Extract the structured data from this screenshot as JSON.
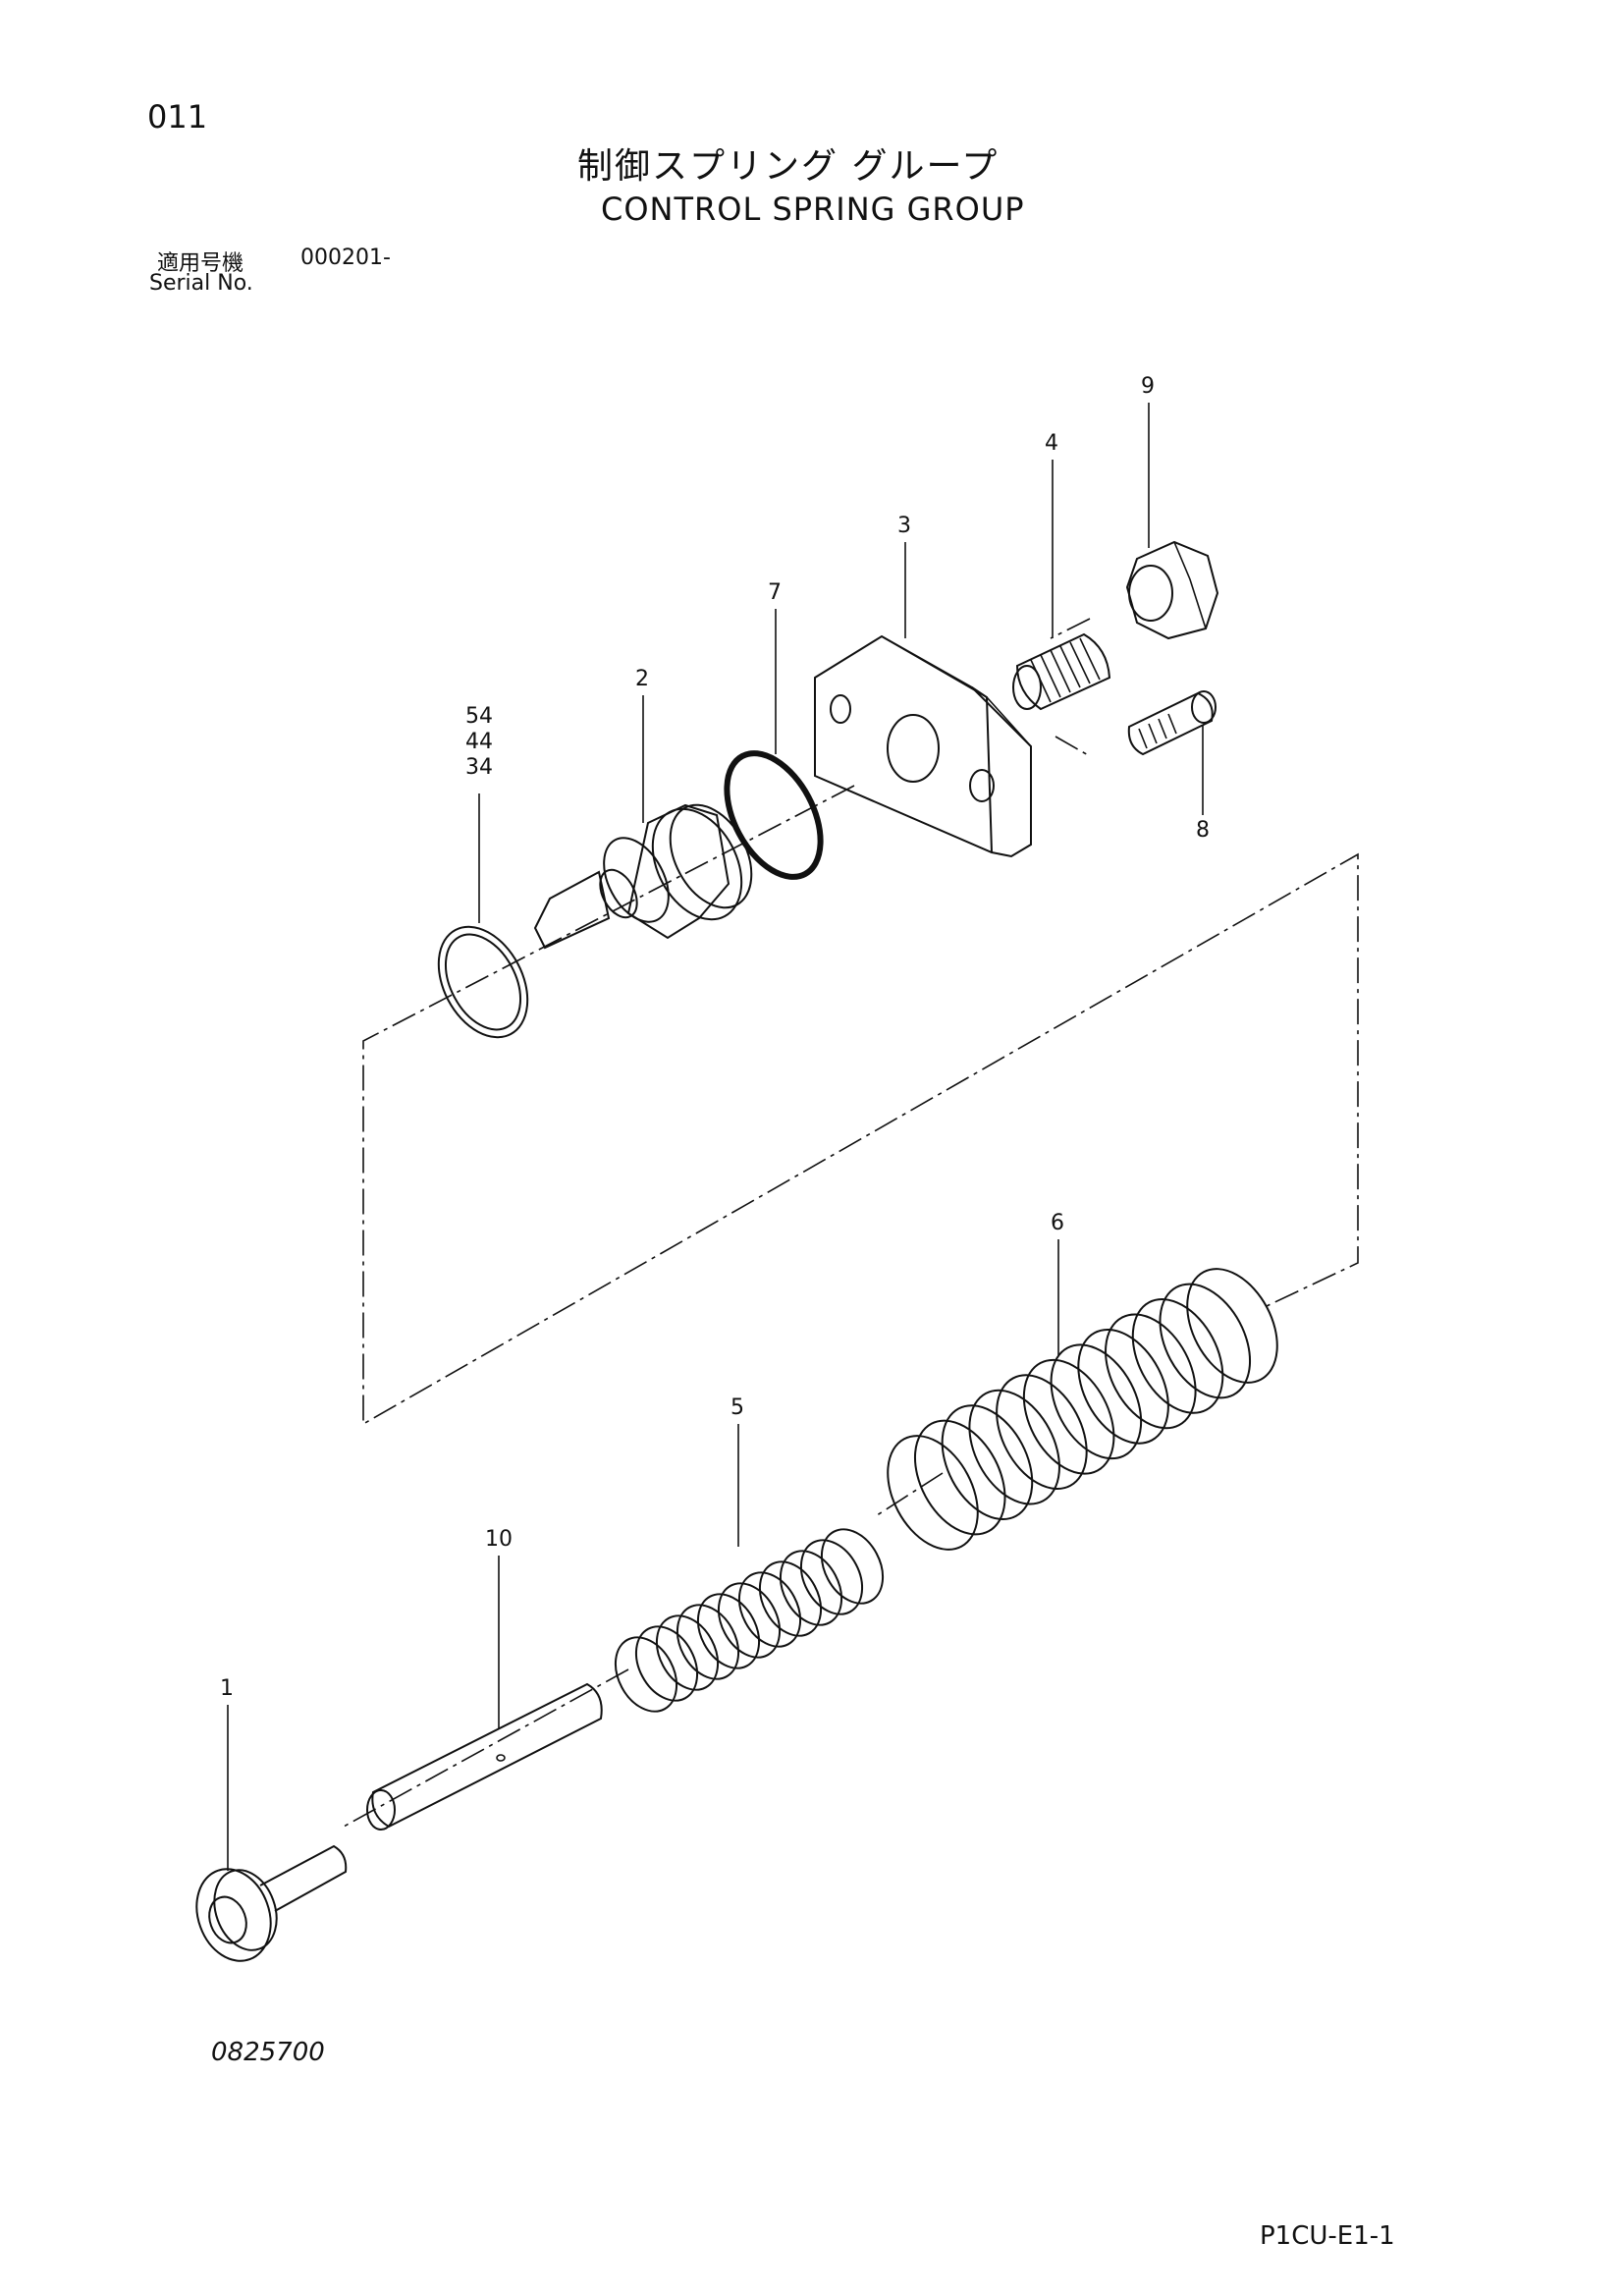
{
  "header": {
    "page_number": "011",
    "title_jp": "制御スプリング グループ",
    "title_en": "CONTROL SPRING GROUP"
  },
  "serial": {
    "label_jp": "適用号機",
    "value": "000201-",
    "label_en": "Serial No."
  },
  "callouts": {
    "part_1": "1",
    "part_2": "2",
    "part_3": "3",
    "part_4": "4",
    "part_5": "5",
    "part_6": "6",
    "part_7": "7",
    "part_8": "8",
    "part_9": "9",
    "part_10": "10",
    "part_54": "54",
    "part_44": "44",
    "part_34": "34"
  },
  "footer": {
    "drawing_number": "0825700",
    "page_code": "P1CU-E1-1"
  }
}
